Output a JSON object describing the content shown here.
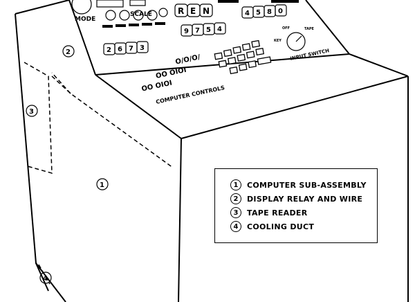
{
  "panel_labels": {
    "mode": "MODE",
    "scale": "SCALE",
    "computer_controls": "COMPUTER CONTROLS",
    "input_switch": "INPUT SWITCH"
  },
  "display_digits": {
    "ren": [
      "R",
      "E",
      "N"
    ],
    "top_right": [
      "4",
      "5",
      "8",
      "0"
    ],
    "left_readout": [
      "2",
      "6",
      "7",
      "3"
    ],
    "center_readout": [
      "9",
      "7",
      "5",
      "4"
    ]
  },
  "callouts": {
    "c1": "1",
    "c2": "2",
    "c3": "3",
    "c4": "4"
  },
  "legend": {
    "items": [
      {
        "num": "1",
        "text": "COMPUTER SUB-ASSEMBLY"
      },
      {
        "num": "2",
        "text": "DISPLAY RELAY AND WIRE"
      },
      {
        "num": "3",
        "text": "TAPE READER"
      },
      {
        "num": "4",
        "text": "COOLING DUCT"
      }
    ]
  }
}
